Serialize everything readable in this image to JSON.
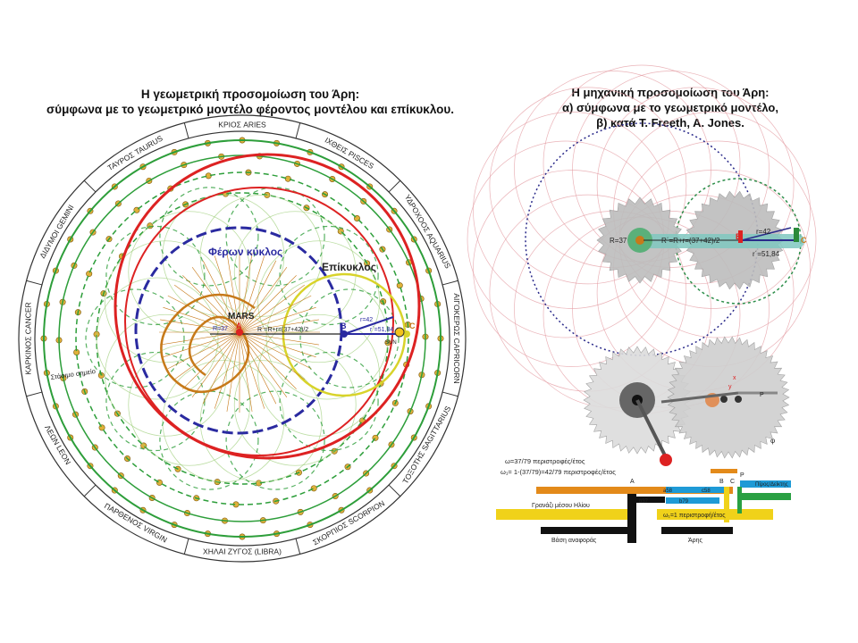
{
  "left_panel": {
    "title_line1": "Η γεωμετρική προσομοίωση του Άρη:",
    "title_line2": "σύμφωνα με το γεωμετρικό μοντέλο φέροντος μοντέλου και επίκυκλου.",
    "zodiac": [
      "ΙΧΘΕΙΣ PISCES",
      "ΥΔΡΟΧΟΟΣ AQUARIUS",
      "ΑΙΓΟΚΕΡΩΣ CAPRICORN",
      "ΤΟΞΟΤΗΣ SAGITTARIUS",
      "ΣΚΟΡΠΙΟΣ SCORPION",
      "ΧΗΛΑΙ ΖΥΓΟΣ (LIBRA)",
      "ΠΑΡΘΕΝΟΣ VIRGIN",
      "ΛΕΩΝ LEON",
      "ΚΑΡΚΙΝΟΣ CANCER",
      "ΔΙΔΥΜΟΙ GEMINI",
      "ΤΑΥΡΟΣ TAURUS",
      "ΚΡΙΟΣ ARIES"
    ],
    "deferent_label": "Φέρων κύκλος",
    "epicycle_label": "Επίκυκλος",
    "center_label": "MARS",
    "point_a": "A",
    "point_b": "B",
    "point_c": "C",
    "r37": "R=37",
    "r_expr": "R΄=R+r=(37+42)/2",
    "r42": "r=42",
    "r5184": "r΄=51,84",
    "sun": "SUN",
    "station": "Στάσιμο σημείο"
  },
  "right_panel": {
    "title_line1": "Η μηχανική προσομοίωση του Άρη:",
    "title_line2": "α) σύμφωνα με το γεωμετρικό μοντέλο,",
    "title_line3": "β) κατά T. Freeth, A. Jones.",
    "r37": "R=37",
    "r_expr": "R΄=R+r=(37+42)/2",
    "r42": "r=42",
    "r5184": "r΄=51,84",
    "b": "B",
    "c": "C",
    "gear_p": "P",
    "gear_x": "x",
    "gear_y": "y",
    "phi": "φ",
    "omega1": "ω=37/79 περιστροφές/έτος",
    "omega2": "ω₁= 1-(37/79)=42/79 περιστροφές/έτος",
    "schema_a": "A",
    "schema_b": "B",
    "schema_c": "C",
    "schema_p": "P",
    "pointer_lbl": "Πίρος/Δείκτης",
    "sun_gear": "Γρανάζι μέσου Ηλίου",
    "omega3": "ω₁=1 περιστροφή/έτος",
    "base": "Βάση αναφοράς",
    "mars": "Άρης",
    "g58a": "a58",
    "g58b": "c58",
    "g37": "b37",
    "g79": "b79"
  }
}
